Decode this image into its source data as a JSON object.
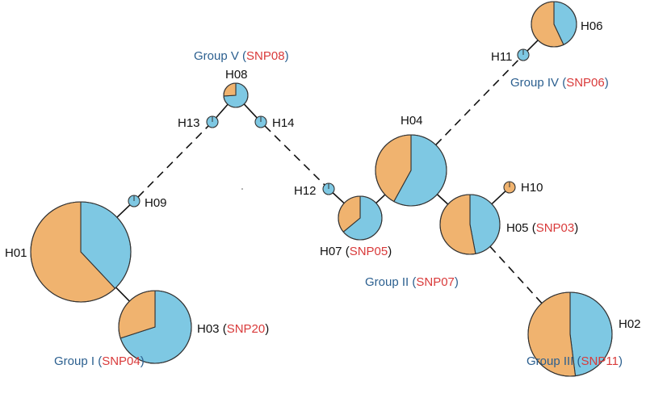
{
  "colors": {
    "proportion_a": "#7ec8e3",
    "proportion_b": "#f0b36f",
    "group_text": "#2b5f8f",
    "snp_text": "#d93a3a",
    "outline": "#333333",
    "edge": "#111111"
  },
  "haplotypes": [
    {
      "id": "H01",
      "label": "H01",
      "fraction_a": 0.38
    },
    {
      "id": "H02",
      "label": "H02",
      "fraction_a": 0.48
    },
    {
      "id": "H03",
      "label": "H03",
      "fraction_a": 0.7
    },
    {
      "id": "H04",
      "label": "H04",
      "fraction_a": 0.58
    },
    {
      "id": "H05",
      "label": "H05",
      "fraction_a": 0.47
    },
    {
      "id": "H06",
      "label": "H06",
      "fraction_a": 0.43
    },
    {
      "id": "H07",
      "label": "H07",
      "fraction_a": 0.64
    },
    {
      "id": "H08",
      "label": "H08",
      "fraction_a": 0.74
    },
    {
      "id": "H09",
      "label": "H09",
      "fraction_a": 1.0
    },
    {
      "id": "H10",
      "label": "H10",
      "fraction_a": 0.0
    },
    {
      "id": "H11",
      "label": "H11",
      "fraction_a": 1.0
    },
    {
      "id": "H12",
      "label": "H12",
      "fraction_a": 1.0
    },
    {
      "id": "H13",
      "label": "H13",
      "fraction_a": 1.0
    },
    {
      "id": "H14",
      "label": "H14",
      "fraction_a": 1.0
    }
  ],
  "snp_annotations": {
    "H03": "SNP20",
    "H05": "SNP03",
    "H07": "SNP05"
  },
  "groups": [
    {
      "id": "g1",
      "name": "Group I",
      "snp": "SNP04"
    },
    {
      "id": "g2",
      "name": "Group II",
      "snp": "SNP07"
    },
    {
      "id": "g3",
      "name": "Group III",
      "snp": "SNP11"
    },
    {
      "id": "g4",
      "name": "Group IV",
      "snp": "SNP06"
    },
    {
      "id": "g5",
      "name": "Group V",
      "snp": "SNP08"
    }
  ],
  "edges": [
    {
      "from": "H01",
      "to": "H09",
      "style": "solid"
    },
    {
      "from": "H09",
      "to": "H13",
      "style": "dashed"
    },
    {
      "from": "H13",
      "to": "H08",
      "style": "solid"
    },
    {
      "from": "H08",
      "to": "H14",
      "style": "solid"
    },
    {
      "from": "H14",
      "to": "H12",
      "style": "dashed"
    },
    {
      "from": "H12",
      "to": "H07",
      "style": "solid"
    },
    {
      "from": "H07",
      "to": "H04",
      "style": "solid"
    },
    {
      "from": "H04",
      "to": "H11",
      "style": "dashed"
    },
    {
      "from": "H11",
      "to": "H06",
      "style": "solid"
    },
    {
      "from": "H04",
      "to": "H05",
      "style": "solid"
    },
    {
      "from": "H05",
      "to": "H10",
      "style": "solid"
    },
    {
      "from": "H05",
      "to": "H02",
      "style": "dashed"
    },
    {
      "from": "H01",
      "to": "H03",
      "style": "solid"
    }
  ]
}
